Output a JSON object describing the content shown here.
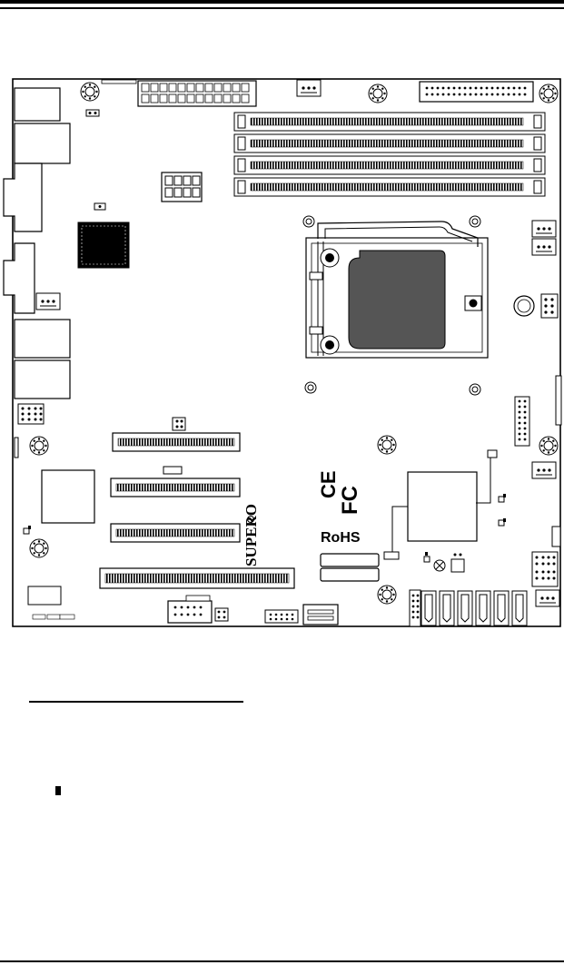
{
  "board": {
    "logo_text": "SUPERO",
    "rohs_text": "RoHS",
    "ce_mark": "CE",
    "fc_mark": "FC"
  }
}
